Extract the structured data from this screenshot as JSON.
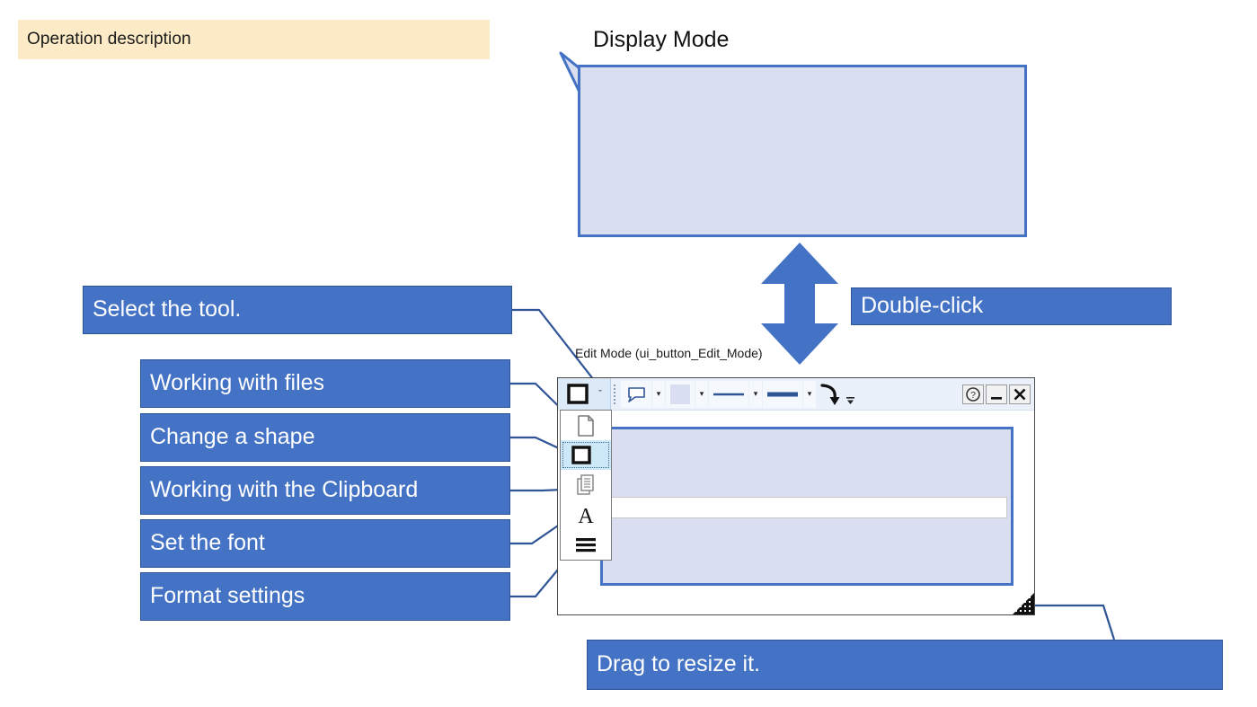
{
  "banner": {
    "title": "Operation description",
    "bg_color": "#FCEBC6"
  },
  "callout": {
    "title": "Display Mode",
    "fill_color": "#D9DEF0",
    "border_color": "#4472C4"
  },
  "arrow": {
    "name": "double-headed-vertical-arrow",
    "color": "#4472C4"
  },
  "labels": {
    "double_click": "Double-click",
    "select_tool": "Select the tool.",
    "working_with_files": "Working with files",
    "change_a_shape": "Change a shape",
    "working_with_clipboard": "Working with the Clipboard",
    "set_the_font": "Set the font",
    "format_settings": "Format settings",
    "drag_to_resize": "Drag to resize it.",
    "fill_color": "#4472C4",
    "border_color": "#2F5597",
    "text_color": "#FFFFFF"
  },
  "window": {
    "caption": "Edit Mode (ui_button_Edit_Mode)",
    "toolbar": {
      "tool_button": "shape-square-tool",
      "tool_button_caret": "ˇ",
      "items": [
        {
          "name": "callout-shape-icon",
          "caret": true
        },
        {
          "name": "fill-color-icon",
          "caret": true
        },
        {
          "name": "thin-line-icon",
          "caret": true
        },
        {
          "name": "thick-line-icon",
          "caret": true
        },
        {
          "name": "curved-arrow-icon",
          "caret": false
        }
      ],
      "overflow": "more-options-icon",
      "system_buttons": [
        {
          "name": "help-button",
          "glyph": "?"
        },
        {
          "name": "minimize-button",
          "glyph": "—"
        },
        {
          "name": "close-button",
          "glyph": "✕"
        }
      ]
    },
    "canvas": {
      "shape_fill": "#D9DEF0",
      "shape_border": "#4472C4",
      "input_value": "",
      "resize_grip": "resize-grip-icon"
    }
  },
  "tool_menu": {
    "items": [
      {
        "name": "file-document-icon",
        "selected": false
      },
      {
        "name": "square-shape-icon",
        "selected": true
      },
      {
        "name": "copy-clipboard-icon",
        "selected": false
      },
      {
        "name": "font-letter-a-icon",
        "selected": false
      },
      {
        "name": "format-lines-icon",
        "selected": false
      }
    ]
  }
}
